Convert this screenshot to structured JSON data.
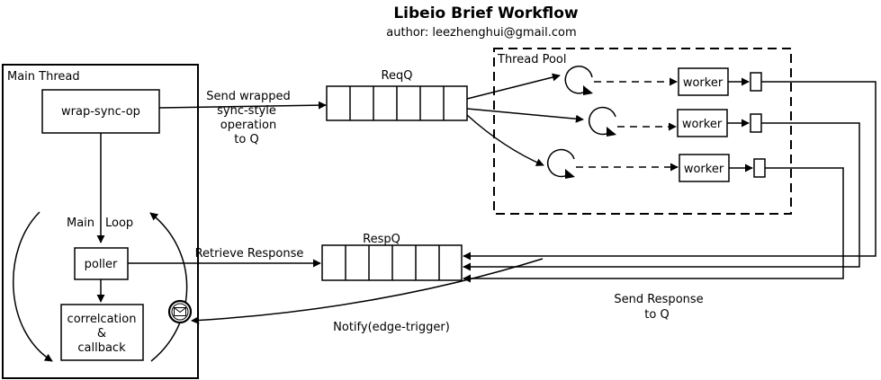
{
  "title": "Libeio Brief Workflow",
  "author": "author: leezhenghui@gmail.com",
  "main_thread": {
    "label": "Main Thread",
    "wrap_op": "wrap-sync-op",
    "main_loop_word1": "Main",
    "main_loop_word2": "Loop",
    "poller": "poller",
    "correlation_line1": "correlcation",
    "correlation_line2": "&",
    "correlation_line3": "callback"
  },
  "req_queue": {
    "label": "ReqQ"
  },
  "resp_queue": {
    "label": "RespQ"
  },
  "thread_pool": {
    "label": "Thread Pool",
    "workers": [
      "worker",
      "worker",
      "worker"
    ]
  },
  "edges": {
    "send_wrapped": [
      "Send wrapped",
      "sync-style",
      "operation",
      "to Q"
    ],
    "retrieve": "Retrieve Response",
    "send_response": [
      "Send Response",
      "to Q"
    ],
    "notify": "Notify(edge-trigger)"
  },
  "icons": {
    "notify": "envelope-icon"
  }
}
